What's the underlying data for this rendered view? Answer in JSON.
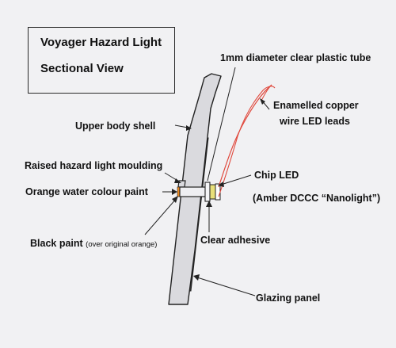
{
  "title": {
    "line1": "Voyager Hazard Light",
    "line2": "Sectional View"
  },
  "labels": {
    "tube": "1mm diameter clear plastic tube",
    "wire_line1": "Enamelled copper",
    "wire_line2": "wire LED leads",
    "upper_shell": "Upper body shell",
    "raised_moulding": "Raised hazard light moulding",
    "chip_led": "Chip LED",
    "orange_paint": "Orange water colour paint",
    "amber": "(Amber DCCC “Nanolight”)",
    "black_paint_main": "Black paint",
    "black_paint_note": "(over original orange)",
    "clear_adhesive": "Clear adhesive",
    "glazing_panel": "Glazing panel"
  },
  "colors": {
    "background": "#f1f1f3",
    "shell_fill": "#dadade",
    "glazing_fill": "#3e3e42",
    "wire": "#e0483c",
    "orange": "#f08a1e",
    "led_yellow": "#e8e07a",
    "line": "#222222"
  }
}
